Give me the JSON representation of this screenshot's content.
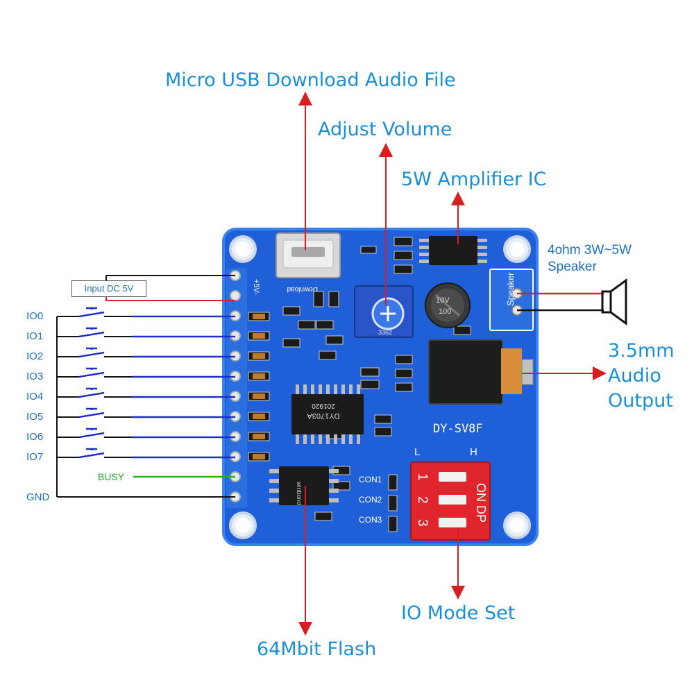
{
  "callouts": {
    "usb": "Micro USB Download Audio File",
    "volume": "Adjust Volume",
    "amp": "5W Amplifier  IC",
    "speaker_line1": "4ohm 3W~5W",
    "speaker_line2": "Speaker",
    "audio_line1": "3.5mm",
    "audio_line2": "Audio",
    "audio_line3": "Output",
    "io_mode": "IO Mode Set",
    "flash": "64Mbit Flash"
  },
  "wiring": {
    "power_label": "Input DC 5V",
    "io_pins": [
      "IO0",
      "IO1",
      "IO2",
      "IO3",
      "IO4",
      "IO5",
      "IO6",
      "IO7"
    ],
    "busy": "BUSY",
    "gnd": "GND"
  },
  "board": {
    "model": "DY-SV8F",
    "power_pin": "+5V-",
    "download_label": "Download",
    "speaker_label": "Speaker",
    "chip_line1": "DY1703A",
    "chip_line2": "201920",
    "flash_chip": "winbond",
    "cap_label_1": "10V",
    "cap_label_2": "100",
    "pot_label": "3362",
    "switch_left": "L",
    "switch_right": "H",
    "dip_numbers": [
      "1",
      "2",
      "3"
    ],
    "dip_text": "ON DP",
    "con_labels": [
      "CON1",
      "CON2",
      "CON3"
    ]
  },
  "colors": {
    "callout_text": "#1a8fd6",
    "board": "#1f5fd8",
    "arrow": "#d42020",
    "io_wire": "#1d2fc8",
    "busy_wire": "#22b022",
    "dip": "#e0262c"
  }
}
